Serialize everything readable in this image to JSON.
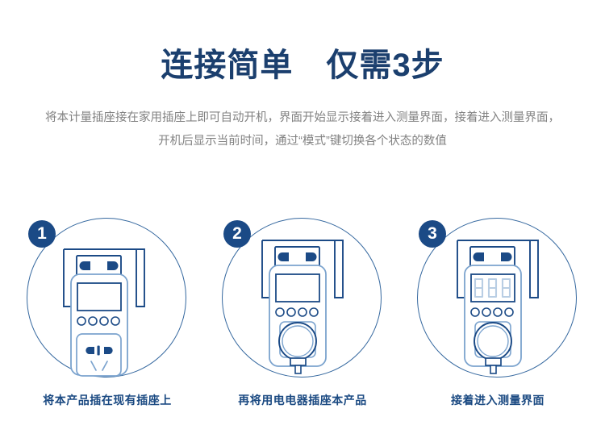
{
  "header": {
    "title": "连接简单　仅需3步",
    "subtitle_lines": [
      "将本计量插座接在家用插座上即可自动开机，界面开始显示接着进入测量界面，接着进入测量界面，",
      "开机后显示当前时间，通过“模式”键切换各个状态的数值"
    ]
  },
  "colors": {
    "title": "#1b3f6e",
    "subtitle": "#828282",
    "badge_fill": "#1b4a86",
    "badge_text": "#ffffff",
    "circle_outline": "#35689f",
    "line_dark": "#1b4a86",
    "line_light": "#7ba3ce",
    "caption": "#1b4a82",
    "background": "#ffffff"
  },
  "steps": [
    {
      "number": "1",
      "caption": "将本产品插在现有插座上",
      "illustration": "meter-socket-plugged-into-wall",
      "display_state": "blank",
      "appliance_plug": false
    },
    {
      "number": "2",
      "caption": "再将用电电器插座本产品",
      "illustration": "appliance-plug-inserted-into-meter",
      "display_state": "blank",
      "appliance_plug": true
    },
    {
      "number": "3",
      "caption": "接着进入测量界面",
      "illustration": "meter-showing-measurement-screen",
      "display_state": "digits",
      "display_digits": "888",
      "appliance_plug": true
    }
  ]
}
